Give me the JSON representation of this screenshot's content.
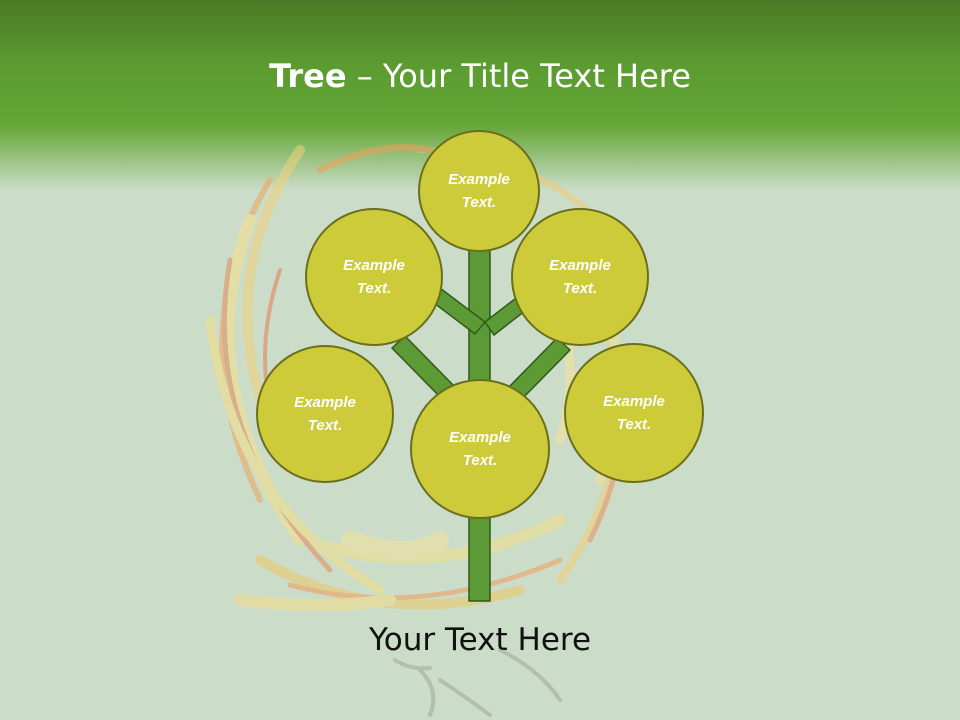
{
  "slide": {
    "title_bold": "Tree",
    "title_separator": " – ",
    "title_rest": "Your Title Text Here",
    "caption": "Your Text Here"
  },
  "colors": {
    "header_green": "#5a9a30",
    "background": "#cbdcc8",
    "node_fill": "#cdcb3a",
    "node_border": "#6b6f1c",
    "trunk_fill": "#5b9a34",
    "trunk_border": "#2f5a1b"
  },
  "nodes": [
    {
      "id": "top",
      "label_line1": "Example",
      "label_line2": "Text."
    },
    {
      "id": "upper-left",
      "label_line1": "Example",
      "label_line2": "Text."
    },
    {
      "id": "upper-right",
      "label_line1": "Example",
      "label_line2": "Text."
    },
    {
      "id": "middle-left",
      "label_line1": "Example",
      "label_line2": "Text."
    },
    {
      "id": "center",
      "label_line1": "Example",
      "label_line2": "Text."
    },
    {
      "id": "middle-right",
      "label_line1": "Example",
      "label_line2": "Text."
    }
  ]
}
